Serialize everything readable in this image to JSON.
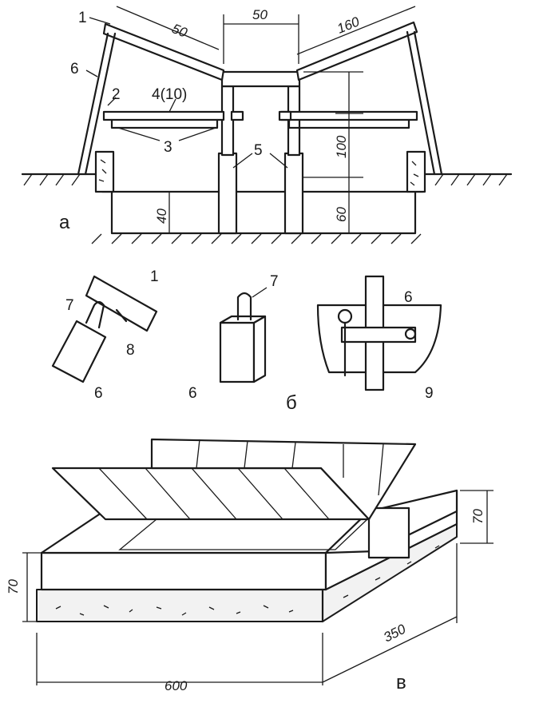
{
  "panel_a": {
    "letter": "а",
    "callouts": {
      "c1": "1",
      "c2": "2",
      "c3": "3",
      "c4": "4(10)",
      "c5": "5",
      "c6": "6"
    },
    "dims": {
      "left_frame": "50",
      "top_gap": "50",
      "right_frame": "160",
      "height_upper": "100",
      "height_lower": "60",
      "depth": "40"
    }
  },
  "panel_b": {
    "letter": "б",
    "callouts": {
      "d1": "1",
      "d7": "7",
      "d8": "8",
      "d6": "6",
      "e7": "7",
      "e6": "6",
      "f6": "6",
      "f9": "9"
    }
  },
  "panel_c": {
    "letter": "в",
    "dims": {
      "length": "600",
      "width": "350",
      "height_left": "70",
      "height_right": "70"
    }
  }
}
